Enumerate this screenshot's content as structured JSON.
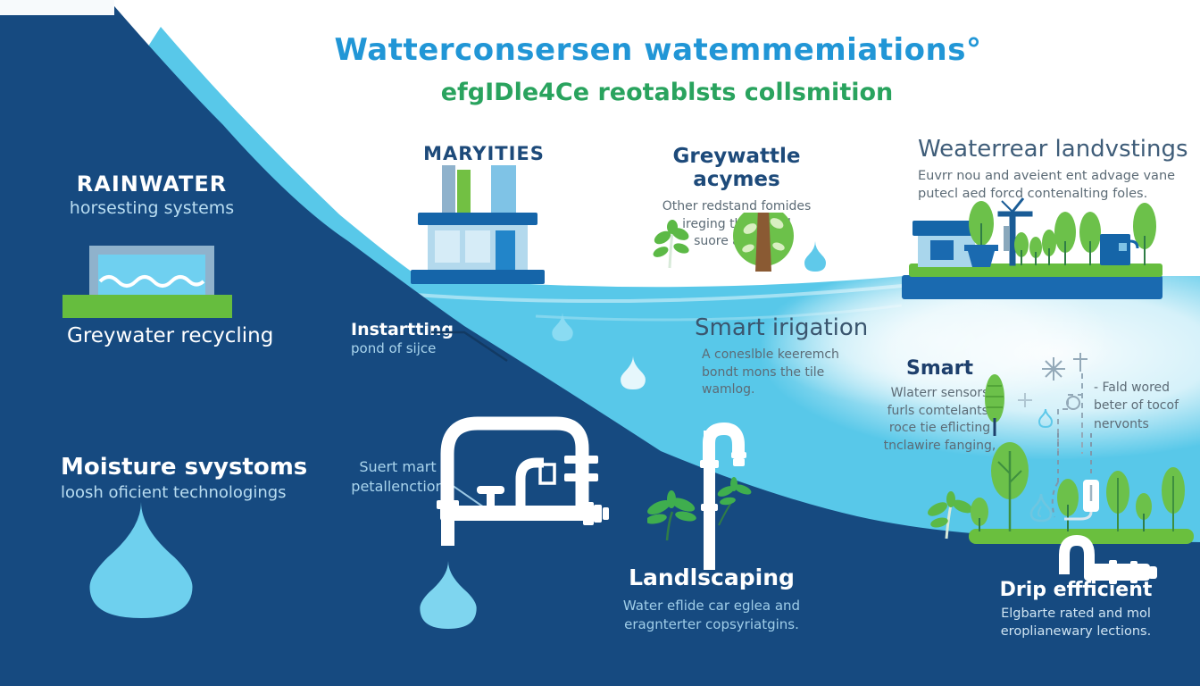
{
  "title": {
    "line1": "Watterconsersen watemmemiations°",
    "line2": "efgIDle4Ce reotablsts collsmition"
  },
  "sections": {
    "rainwater": {
      "heading": "RAINWATER",
      "sub": "horsesting systems",
      "caption": "Greywater recycling"
    },
    "maryities": {
      "heading": "MARYITIES"
    },
    "greywattle": {
      "heading": "Greywattle acymes",
      "body": [
        "Other redstand fomides",
        "ireging the walad",
        "suore a fonts."
      ]
    },
    "weaterrear": {
      "heading": "Weaterrear landvstings",
      "body": [
        "Euvrr nou and aveient ent advage vane",
        "putecl aed forcd contenalting foles."
      ]
    },
    "instartting": {
      "heading": "Instartting",
      "sub": "pond of sijce"
    },
    "smart_irrigation": {
      "heading": "Smart irigation",
      "body": [
        "A coneslble keeremch",
        "bondt mons the tile",
        "wamlog."
      ]
    },
    "smart": {
      "heading": "Smart",
      "body": [
        "Wlaterr sensors",
        "furls comtelants,",
        "roce tie eflicting",
        "tnclawire fanging,"
      ]
    },
    "fald_note": {
      "body": [
        "- Fald wored",
        "beter of tocof",
        "nervonts"
      ]
    },
    "moisture": {
      "heading": "Moisture svystoms",
      "sub": "loosh oficient technologings"
    },
    "suert": {
      "lines": [
        "Suert mart",
        "petallenction"
      ]
    },
    "landscaping": {
      "heading": "Landlscaping",
      "body": [
        "Water eflide car eglea and",
        "eragnterter copsyriatgins."
      ]
    },
    "drip": {
      "heading": "Drip effficient",
      "body": [
        "Elgbarte rated and mol",
        "eroplianewary lections."
      ]
    }
  },
  "colors": {
    "navy": "#164a80",
    "light_blue": "#58c8e9",
    "title_blue": "#2196d6",
    "title_green": "#29a35e",
    "green": "#66bd3e",
    "canopy_green": "#6cc14a",
    "water_band_blue": "#1a6ab0",
    "grey_text": "#5c6b76",
    "white": "#ffffff"
  },
  "icons": [
    "rainwater-tank-icon",
    "factory-icon",
    "sprout-icon",
    "tree-icon",
    "water-drop-icon",
    "garden-scene",
    "house-icon",
    "potted-tree-icon",
    "windmill-icon",
    "storage-tank-icon",
    "pipe-assembly-icon",
    "faucet-icon",
    "palm-plant-icon",
    "big-drop-icon",
    "moisture-drop-icon",
    "leaf-icon",
    "sprinkler-sketch-icon",
    "dispenser-icon",
    "drip-pipe-icon"
  ]
}
